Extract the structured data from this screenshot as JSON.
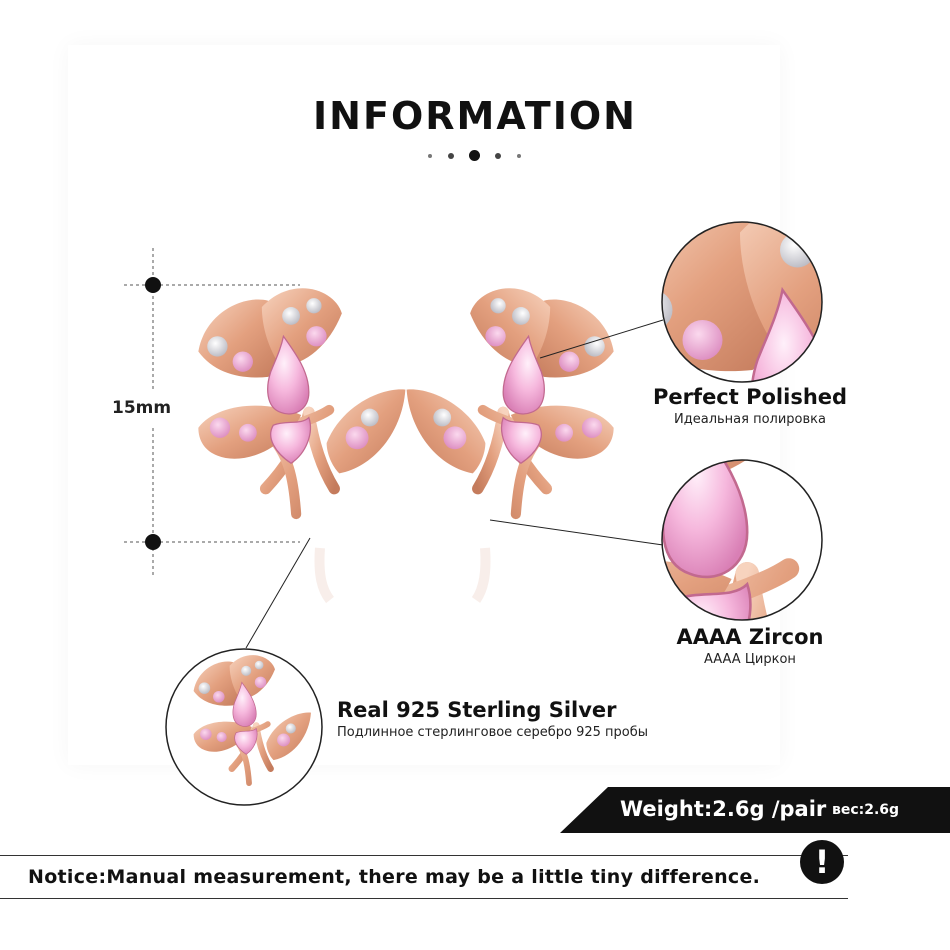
{
  "header": {
    "title": "INFORMATION"
  },
  "dimension": {
    "height_label": "15mm"
  },
  "features": {
    "polished": {
      "title": "Perfect  Polished",
      "subtitle": "Идеальная полировка"
    },
    "zircon": {
      "title": "AAAA Zircon",
      "subtitle": "AAAA Циркон"
    },
    "silver": {
      "title": "Real 925  Sterling  Silver",
      "subtitle": "Подлинное стерлинговое серебро 925 пробы"
    }
  },
  "weight": {
    "main": "Weight:2.6g /pair",
    "ru": "вес:2.6g"
  },
  "notice": {
    "text": "Notice:Manual measurement, there may be a little tiny difference.",
    "icon": "exclamation-icon",
    "glyph": "!"
  },
  "colors": {
    "rose_gold": "#e8a98a",
    "pink_stone": "#f6b8dd",
    "accent_dark": "#111111"
  }
}
